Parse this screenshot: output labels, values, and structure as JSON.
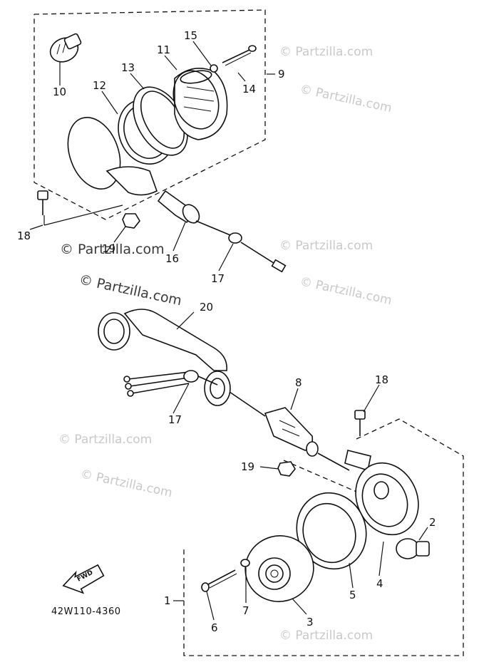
{
  "diagram_code": "42W110-4360",
  "fwd_label": "FWD",
  "watermarks": {
    "main_1": "© Partzilla.com",
    "main_2": "© Partzilla.com",
    "faint": "© Partzilla.com"
  },
  "callouts": {
    "c1": "1",
    "c2": "2",
    "c3": "3",
    "c4": "4",
    "c5": "5",
    "c6": "6",
    "c7": "7",
    "c8": "8",
    "c9": "9",
    "c10": "10",
    "c11": "11",
    "c12": "12",
    "c13": "13",
    "c14": "14",
    "c15": "15",
    "c16": "16",
    "c17a": "17",
    "c17b": "17",
    "c18a": "18",
    "c18b": "18",
    "c19a": "19",
    "c19b": "19",
    "c20": "20"
  }
}
